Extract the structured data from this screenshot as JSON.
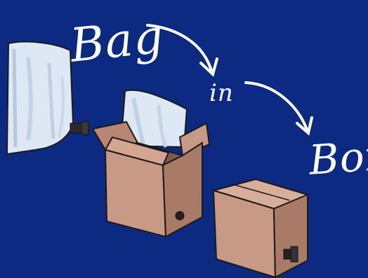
{
  "caption": {
    "word1": "Bag",
    "word2": "in",
    "word3": "Box"
  },
  "colors": {
    "background": "#0d2a82",
    "text": "#ffffff",
    "cardboard": "#c89a86",
    "cardboard_dark": "#a97a66",
    "bag": "#dde8f4",
    "outline": "#1a1a1a"
  }
}
